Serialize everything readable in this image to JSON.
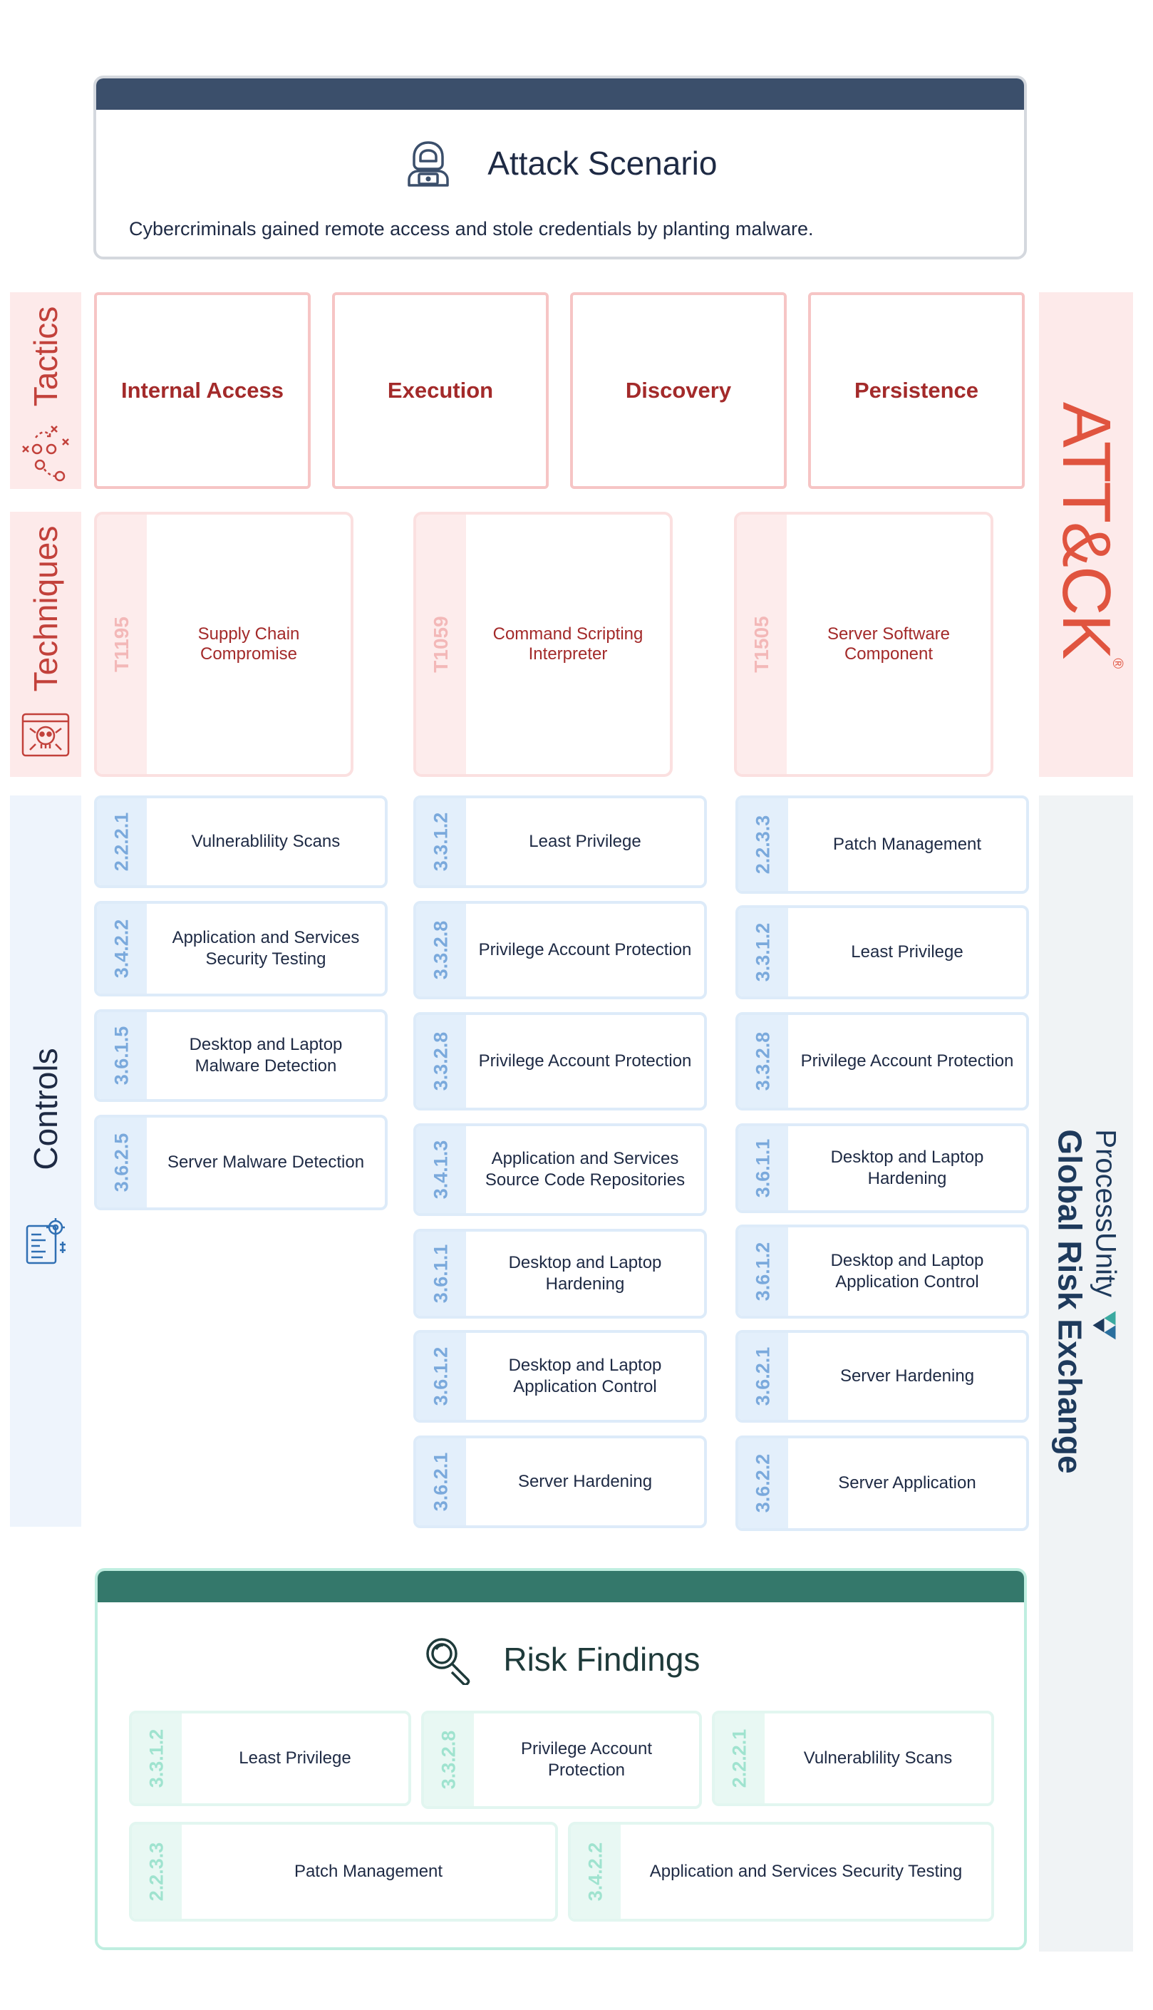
{
  "scenario": {
    "title": "Attack Scenario",
    "description": "Cybercriminals gained remote access and stole credentials by planting malware."
  },
  "labels": {
    "tactics": "Tactics",
    "techniques": "Techniques",
    "controls": "Controls",
    "attck": "ATT&CK",
    "attck_reg": "®",
    "processunity": "ProcessUnity",
    "gre": "Global Risk Exchange"
  },
  "tactics": [
    "Internal Access",
    "Execution",
    "Discovery",
    "Persistence"
  ],
  "techniques": [
    {
      "code": "T1195",
      "label": "Supply Chain Compromise"
    },
    {
      "code": "T1059",
      "label": "Command Scripting Interpreter"
    },
    {
      "code": "T1505",
      "label": "Server Software Component"
    }
  ],
  "controls": [
    [
      {
        "code": "2.2.2.1",
        "label": "Vulnerablility Scans"
      },
      {
        "code": "3.4.2.2",
        "label": "Application and Services Security Testing"
      },
      {
        "code": "3.6.1.5",
        "label": "Desktop and Laptop Malware Detection"
      },
      {
        "code": "3.6.2.5",
        "label": "Server Malware Detection"
      }
    ],
    [
      {
        "code": "3.3.1.2",
        "label": "Least Privilege"
      },
      {
        "code": "3.3.2.8",
        "label": "Privilege Account Protection"
      },
      {
        "code": "3.3.2.8",
        "label": "Privilege Account Protection"
      },
      {
        "code": "3.4.1.3",
        "label": "Application and Services Source Code Repositories"
      },
      {
        "code": "3.6.1.1",
        "label": "Desktop and Laptop Hardening"
      },
      {
        "code": "3.6.1.2",
        "label": "Desktop and Laptop Application Control"
      },
      {
        "code": "3.6.2.1",
        "label": "Server Hardening"
      }
    ],
    [
      {
        "code": "2.2.3.3",
        "label": "Patch Management"
      },
      {
        "code": "3.3.1.2",
        "label": "Least Privilege"
      },
      {
        "code": "3.3.2.8",
        "label": "Privilege Account Protection"
      },
      {
        "code": "3.6.1.1",
        "label": "Desktop and Laptop Hardening"
      },
      {
        "code": "3.6.1.2",
        "label": "Desktop and Laptop Application Control"
      },
      {
        "code": "3.6.2.1",
        "label": "Server Hardening"
      },
      {
        "code": "3.6.2.2",
        "label": "Server Application"
      }
    ]
  ],
  "risk": {
    "title": "Risk Findings",
    "items": [
      {
        "code": "3.3.1.2",
        "label": "Least Privilege"
      },
      {
        "code": "3.3.2.8",
        "label": "Privilege Account Protection"
      },
      {
        "code": "2.2.2.1",
        "label": "Vulnerablility Scans"
      },
      {
        "code": "2.2.3.3",
        "label": "Patch Management"
      },
      {
        "code": "3.4.2.2",
        "label": "Application and Services Security Testing"
      }
    ]
  },
  "colors": {
    "navy": "#3b4f6b",
    "attack_red": "#a32a2a",
    "attck_orange": "#e0543f",
    "control_blue": "#7aa9dc",
    "risk_green": "#34786b"
  }
}
